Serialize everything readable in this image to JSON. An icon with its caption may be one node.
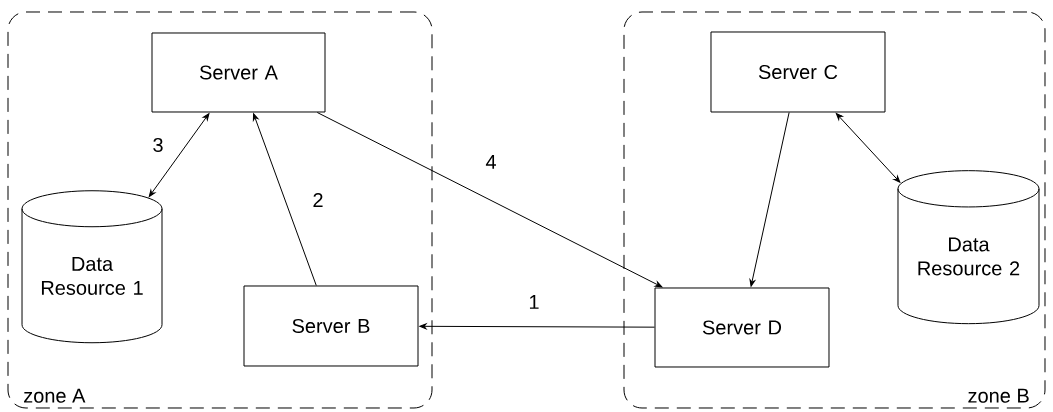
{
  "diagram": {
    "nodes": [
      {
        "text": [
          "zone A"
        ]
      },
      {
        "text": [
          "Server A"
        ],
        "in": 0
      },
      {
        "text": [
          "Data Resource 1"
        ],
        "in": 0
      },
      {
        "text": [
          "Server B"
        ],
        "in": 0
      },
      {
        "text": [
          "zone B"
        ]
      },
      {
        "text": [
          "Server C"
        ],
        "in": 4
      },
      {
        "text": [
          "Data Resource 2"
        ],
        "in": 4
      },
      {
        "text": [
          "Server D"
        ],
        "in": 4
      }
    ],
    "edges": [
      {
        "from": 7,
        "to": 3,
        "arrow": "to",
        "label": "1"
      },
      {
        "from": 3,
        "to": 1,
        "arrow": "to",
        "label": "2"
      },
      {
        "from": 1,
        "to": 2,
        "arrow": "both",
        "label": "3"
      },
      {
        "from": 1,
        "to": 7,
        "arrow": "to",
        "label": "4"
      },
      {
        "from": 5,
        "to": 7,
        "arrow": "to"
      },
      {
        "from": 5,
        "to": 6,
        "arrow": "both"
      }
    ]
  }
}
